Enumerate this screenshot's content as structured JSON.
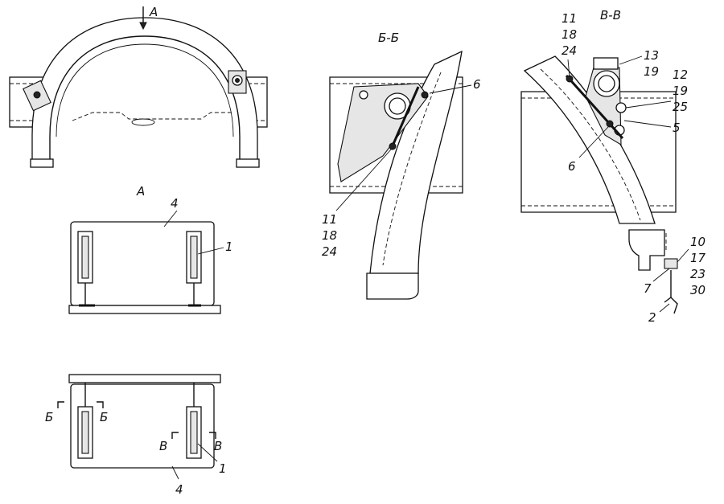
{
  "labels": {
    "view_a_arrow": "А",
    "view_a_title": "А",
    "section_bb": "Б-Б",
    "section_vv": "В-В",
    "b_mark_left": "Б",
    "b_mark_right": "Б",
    "v_mark_left": "В",
    "v_mark_right": "В",
    "a_top_4": "4",
    "a_top_1": "1",
    "a_bot_4": "4",
    "a_bot_1": "1",
    "bb_6": "6",
    "bb_11": "11",
    "bb_18": "18",
    "bb_24": "24",
    "vv_11": "11",
    "vv_18": "18",
    "vv_24": "24",
    "vv_13": "13",
    "vv_19a": "19",
    "vv_12": "12",
    "vv_19b": "19",
    "vv_25": "25",
    "vv_5": "5",
    "vv_6": "6",
    "vv_10": "10",
    "vv_17": "17",
    "vv_23": "23",
    "vv_30": "30",
    "vv_7": "7",
    "vv_2": "2"
  }
}
